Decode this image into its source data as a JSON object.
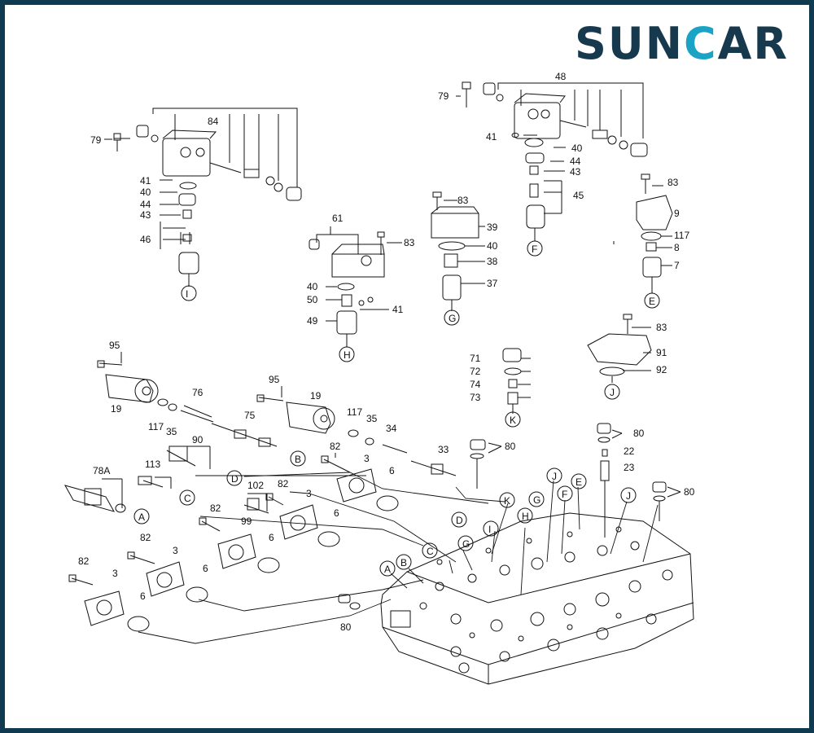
{
  "brand": {
    "logo_text_a": "SUN",
    "logo_text_accent": "C",
    "logo_text_b": "AR",
    "colors": {
      "frame": "#0f3a4f",
      "logo": "#17394d",
      "logo_accent": "#1aa3c4"
    }
  },
  "labels": {
    "n84": "84",
    "n79a": "79",
    "n41a": "41",
    "n40a": "40",
    "n44a": "44",
    "n43a": "43",
    "n46": "46",
    "n48": "48",
    "n79b": "79",
    "n41b": "41",
    "n40b": "40",
    "n44b": "44",
    "n43b": "43",
    "n45": "45",
    "n61": "61",
    "n83a": "83",
    "n40c": "40",
    "n50": "50",
    "n41c": "41",
    "n49": "49",
    "n83b": "83",
    "n39": "39",
    "n40d": "40",
    "n38": "38",
    "n37": "37",
    "n83c": "83",
    "n9": "9",
    "n117a": "117",
    "n8": "8",
    "n7": "7",
    "n83d": "83",
    "n91": "91",
    "n92": "92",
    "n71": "71",
    "n72": "72",
    "n74": "74",
    "n73": "73",
    "n95a": "95",
    "n19a": "19",
    "n117b": "117",
    "n35a": "35",
    "n76": "76",
    "n95b": "95",
    "n19b": "19",
    "n117c": "117",
    "n35b": "35",
    "n34": "34",
    "n75": "75",
    "n33": "33",
    "n80a": "80",
    "n82a": "82",
    "n3a": "3",
    "n6a": "6",
    "n90": "90",
    "n113": "113",
    "n78a": "78A",
    "n102": "102",
    "n82b": "82",
    "n3b": "3",
    "n6b": "6",
    "n82c": "82",
    "n99": "99",
    "n6c": "6",
    "n82d": "82",
    "n3c": "3",
    "n6d": "6",
    "n82e": "82",
    "n3d": "3",
    "n6e": "6",
    "n80b": "80",
    "n22": "22",
    "n23": "23",
    "n80c": "80",
    "n80d": "80"
  },
  "circles": {
    "I1": "I",
    "F1": "F",
    "H1": "H",
    "G1": "G",
    "E1": "E",
    "J1": "J",
    "K1": "K",
    "B1": "B",
    "D1": "D",
    "C1": "C",
    "A1": "A",
    "J2": "J",
    "E2": "E",
    "F2": "F",
    "G2": "G",
    "K2": "K",
    "H2": "H",
    "D2": "D",
    "I2": "I",
    "G3": "G",
    "J3": "J",
    "C2": "C",
    "B2": "B",
    "A2": "A"
  }
}
